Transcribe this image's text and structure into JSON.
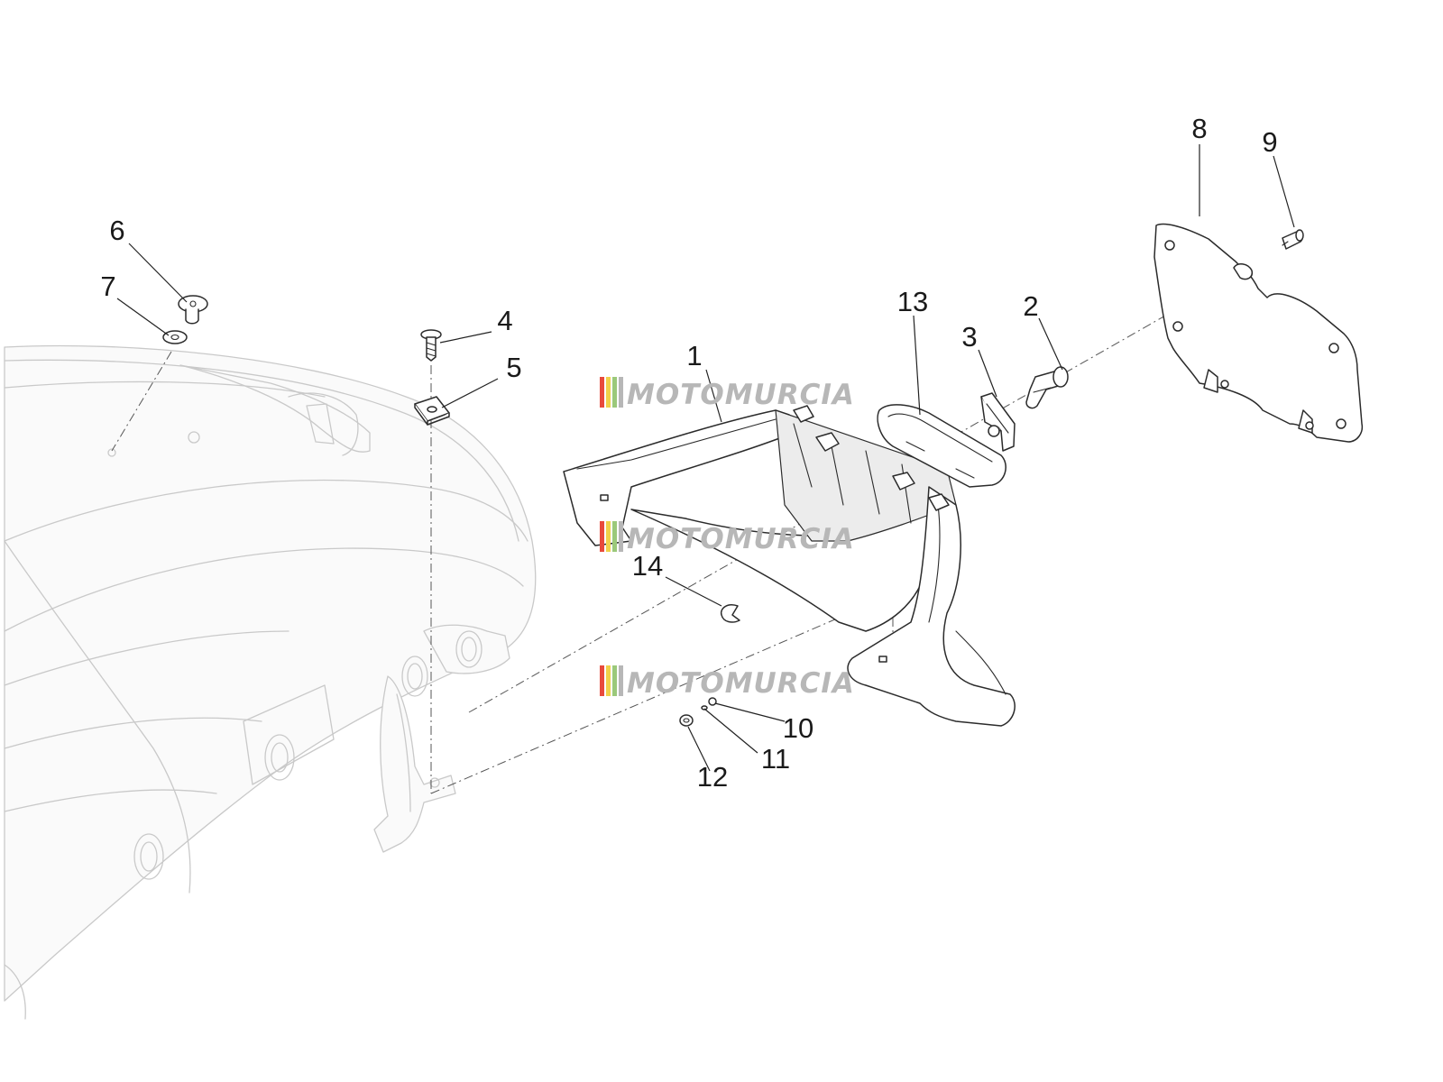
{
  "watermark": {
    "text": "MOTOMURCIA",
    "stripe_colors": [
      "#e84b3c",
      "#f0d24a",
      "#9bc97a",
      "#b7b7b7"
    ]
  },
  "callouts": [
    {
      "id": "1",
      "label": "1"
    },
    {
      "id": "2",
      "label": "2"
    },
    {
      "id": "3",
      "label": "3"
    },
    {
      "id": "4",
      "label": "4"
    },
    {
      "id": "5",
      "label": "5"
    },
    {
      "id": "6",
      "label": "6"
    },
    {
      "id": "7",
      "label": "7"
    },
    {
      "id": "8",
      "label": "8"
    },
    {
      "id": "9",
      "label": "9"
    },
    {
      "id": "10",
      "label": "10"
    },
    {
      "id": "11",
      "label": "11"
    },
    {
      "id": "12",
      "label": "12"
    },
    {
      "id": "13",
      "label": "13"
    },
    {
      "id": "14",
      "label": "14"
    }
  ]
}
